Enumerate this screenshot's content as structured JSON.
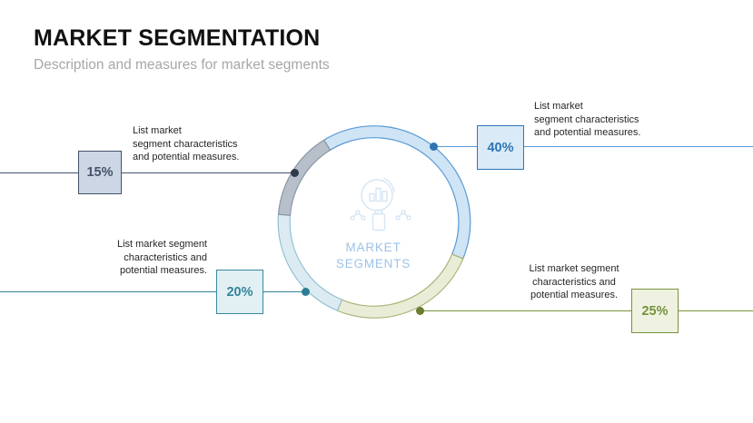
{
  "slide": {
    "title": "MARKET SEGMENTATION",
    "subtitle": "Description and measures for market segments"
  },
  "donut_center": {
    "label_line1": "MARKET",
    "label_line2": "SEGMENTS",
    "icon": "magnifier-bar-chart-icon"
  },
  "callouts": [
    {
      "position": "top-left",
      "percent": "15%",
      "description": "List market\nsegment characteristics\nand potential measures.",
      "accent_color": "#44546a",
      "box_fill": "#ccd6e4"
    },
    {
      "position": "top-right",
      "percent": "40%",
      "description": "List market\nsegment characteristics\n and potential measures.",
      "accent_color": "#2e75b6",
      "box_fill": "#daeaf7"
    },
    {
      "position": "bottom-left",
      "percent": "20%",
      "description": "List market segment\ncharacteristics and\npotential measures.",
      "accent_color": "#31859c",
      "box_fill": "#e2eff3"
    },
    {
      "position": "bottom-right",
      "percent": "25%",
      "description": "List market segment\ncharacteristics and\npotential measures.",
      "accent_color": "#77933c",
      "box_fill": "#eff2e1"
    }
  ],
  "chart_data": {
    "type": "pie",
    "variant": "donut-ring",
    "title": "MARKET SEGMENTS",
    "start_angle_deg": -31.5,
    "direction": "clockwise",
    "legend_position": "callouts",
    "segments": [
      {
        "label": "40%",
        "value": 40,
        "fill": "#cfe4f5",
        "stroke": "#5b9bd5"
      },
      {
        "label": "25%",
        "value": 25,
        "fill": "#e9edd8",
        "stroke": "#a9b578"
      },
      {
        "label": "20%",
        "value": 20,
        "fill": "#dcebf2",
        "stroke": "#93c2d3"
      },
      {
        "label": "15%",
        "value": 15,
        "fill": "#b7bfcb",
        "stroke": "#8b95a4"
      }
    ]
  }
}
